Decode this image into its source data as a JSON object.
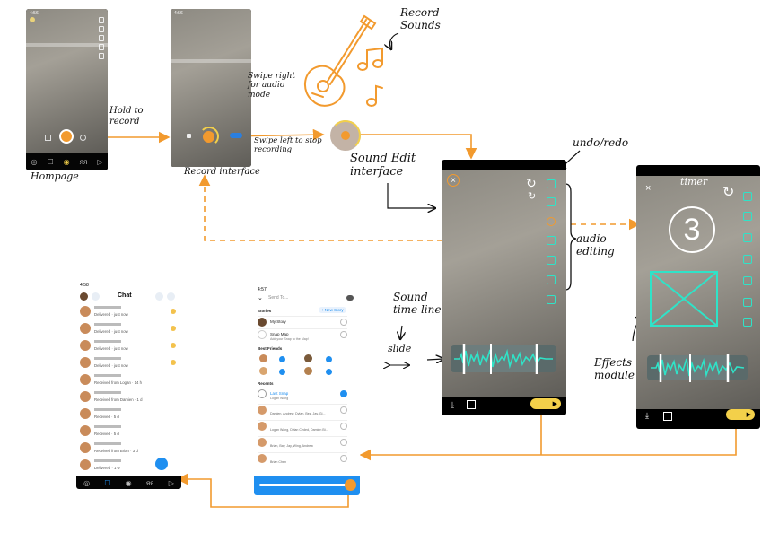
{
  "labels": {
    "homepage": "Hompage",
    "hold_to_record": "Hold to record",
    "swipe_right": "Swipe right for audio mode",
    "swipe_left": "Swipe left to stop recording",
    "record_interface": "Record interface",
    "record_sounds": "Record Sounds",
    "sound_edit": "Sound Edit interface",
    "undo_redo": "undo/redo",
    "audio_editing": "audio editing",
    "sound_timeline": "Sound time line",
    "slide": "slide",
    "timer": "timer",
    "effects_module": "Effects module"
  },
  "timer_value": "3",
  "chat": {
    "time": "4:58",
    "title": "Chat",
    "rows": [
      {
        "status": "Delivered · just now"
      },
      {
        "status": "Delivered · just now"
      },
      {
        "status": "Delivered · just now"
      },
      {
        "status": "Delivered · just now"
      },
      {
        "status": "Received from Logan · 14 h"
      },
      {
        "status": "Received from Damien · 1 d"
      },
      {
        "status": "Received · 5 d"
      },
      {
        "status": "Received · 5 d"
      },
      {
        "status": "Received from Brian · 3 d"
      },
      {
        "status": "Delivered · 1 w"
      }
    ],
    "nav": [
      "◎",
      "☐",
      "◉",
      "ᴙᴙ",
      "▷"
    ]
  },
  "send": {
    "time": "4:57",
    "search_placeholder": "Send To...",
    "stories_header": "Stories",
    "new_story": "+ New Story",
    "my_story": "My Story",
    "snap_map": "Snap Map",
    "snap_map_sub": "Add your Snap to the Map!",
    "best_friends_header": "Best Friends",
    "recents_header": "Recents",
    "last_snap": "Last Snap",
    "last_snap_sub": "Logan Wang",
    "recent_rows": [
      "Damien, Andrew, Dylan, Bez, Jay, Gi...",
      "Logan Wang, Dylan Ceded, Damien Bi...",
      "Brian, Bay, Jay, Wing, Andrew",
      "Brian Chen"
    ]
  },
  "home": {
    "time": "4:56"
  },
  "record": {
    "time": "4:56"
  }
}
